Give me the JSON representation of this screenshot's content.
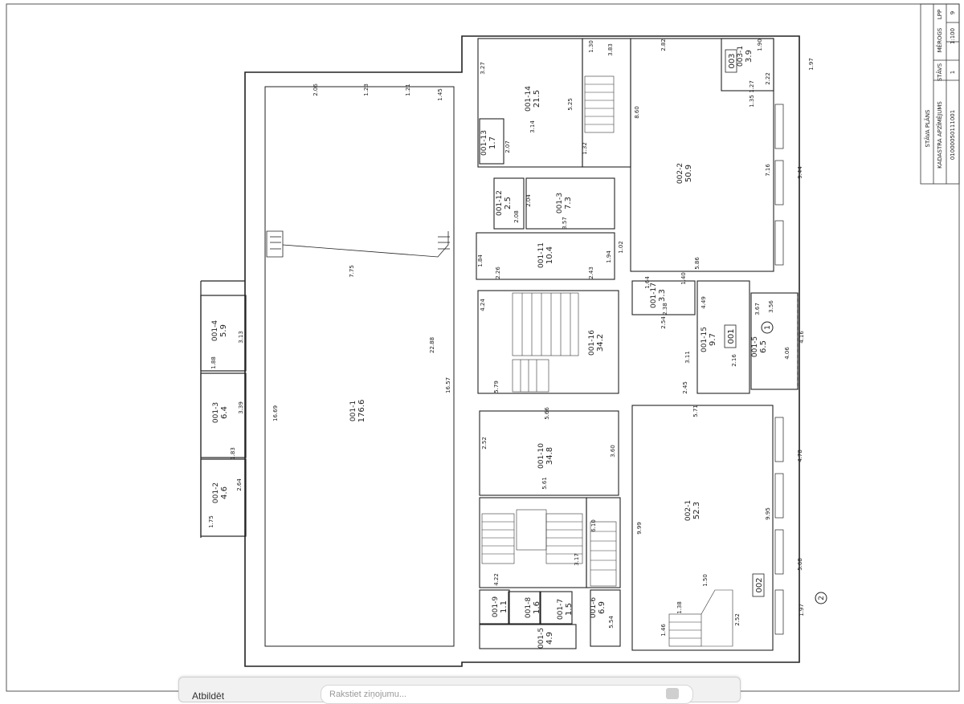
{
  "title_block": {
    "heading": "STĀVA PLĀNS",
    "cadastre": "KADASTRA APZĪMĒJUMS",
    "code": "01000050111001",
    "stavs_label": "STĀVS",
    "stavs_value": "1",
    "merogs_label": "MĒROGS",
    "merogs_value": "1:100",
    "lpp_label": "LPP",
    "lpp_value": "9"
  },
  "rooms": [
    {
      "id": "001-1",
      "area": "176.6"
    },
    {
      "id": "001-2",
      "area": "4.6"
    },
    {
      "id": "001-3",
      "area": "6.4"
    },
    {
      "id": "001-4",
      "area": "5.9"
    },
    {
      "id": "001-5",
      "area": "4.9"
    },
    {
      "id": "001-6",
      "area": "6.9"
    },
    {
      "id": "001-7",
      "area": "1.5"
    },
    {
      "id": "001-8",
      "area": "1.6"
    },
    {
      "id": "001-9",
      "area": "1.1"
    },
    {
      "id": "001-10",
      "area": "34.8"
    },
    {
      "id": "001-11",
      "area": "10.4"
    },
    {
      "id": "001-12",
      "area": "2.5"
    },
    {
      "id": "001-13",
      "area": "1.7"
    },
    {
      "id": "001-14",
      "area": "21.5"
    },
    {
      "id": "001-15",
      "area": "9.7"
    },
    {
      "id": "001-16",
      "area": "34.2"
    },
    {
      "id": "001-17",
      "area": "3.3"
    },
    {
      "id": "002-1",
      "area": "52.3"
    },
    {
      "id": "002-2",
      "area": "50.9"
    },
    {
      "id": "003-1",
      "area": "3.9"
    },
    {
      "id": "001-3b",
      "area": "7.3"
    },
    {
      "id": "001-5b",
      "area": "6.5"
    }
  ],
  "unit_labels": [
    "001",
    "002",
    "003"
  ],
  "entrances": [
    "1",
    "2"
  ],
  "dimensions": {
    "d_7_75": "7.75",
    "d_22_88": "22.88",
    "d_16_57": "16.57",
    "d_16_69": "16.69",
    "d_3_13": "3.13",
    "d_1_88": "1.88",
    "d_3_39": "3.39",
    "d_1_83": "1.83",
    "d_2_64": "2.64",
    "d_1_75": "1.75",
    "d_2_06": "2.06",
    "d_1_23": "1.23",
    "d_1_21": "1.21",
    "d_1_45": "1.45",
    "d_3_27": "3.27",
    "d_3_14": "3.14",
    "d_5_25": "5.25",
    "d_1_30": "1.30",
    "d_3_83": "3.83",
    "d_1_32": "1.32",
    "d_2_07": "2.07",
    "d_2_04": "2.04",
    "d_3_57": "3.57",
    "d_2_08": "2.08",
    "d_1_84": "1.84",
    "d_2_26": "2.26",
    "d_2_43": "2.43",
    "d_1_94": "1.94",
    "d_4_24": "4.24",
    "d_5_79": "5.79",
    "d_2_52": "2.52",
    "d_3_60": "3.60",
    "d_5_61": "5.61",
    "d_5_66": "5.66",
    "d_3_17": "3.17",
    "d_4_22": "4.22",
    "d_6_10": "6.10",
    "d_5_54": "5.54",
    "d_2_82": "2.82",
    "d_8_60": "8.60",
    "d_7_16": "7.16",
    "d_9_44": "9.44",
    "d_5_86": "5.86",
    "d_1_02": "1.02",
    "d_1_97": "1.97",
    "d_2_22": "2.22",
    "d_1_27": "1.27",
    "d_1_35": "1.35",
    "d_1_90": "1.90",
    "d_3_67": "3.67",
    "d_3_56": "3.56",
    "d_4_16": "4.16",
    "d_4_06": "4.06",
    "d_2_16": "2.16",
    "d_3_11": "3.11",
    "d_2_54": "2.54",
    "d_2_45": "2.45",
    "d_4_49": "4.49",
    "d_5_71": "5.71",
    "d_4_78": "4.78",
    "d_9_99": "9.99",
    "d_9_95": "9.95",
    "d_5_68": "5.68",
    "d_1_50": "1.50",
    "d_1_38": "1.38",
    "d_1_46": "1.46",
    "d_2_52b": "2.52",
    "d_1_97b": "1.97",
    "d_1_64": "1.64",
    "d_2_38": "2.38",
    "d_1_40": "1.40"
  },
  "bottom_bar": {
    "action": "Atbildēt",
    "placeholder": "Rakstiet ziņojumu..."
  }
}
